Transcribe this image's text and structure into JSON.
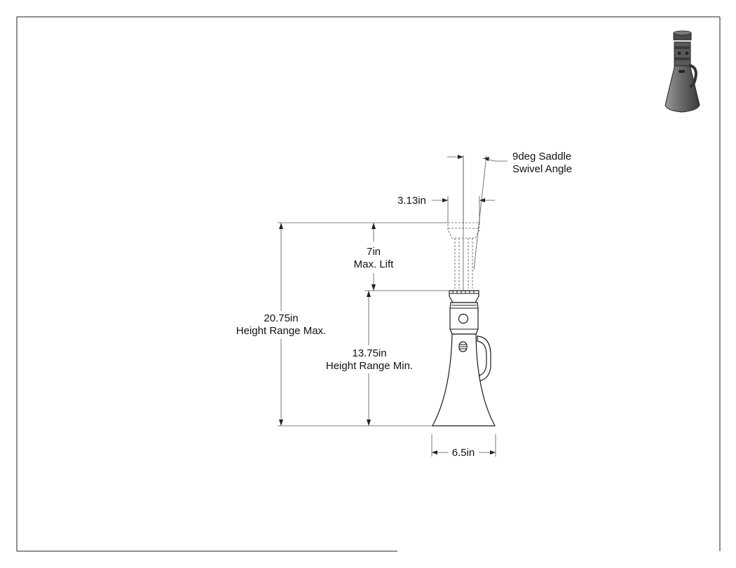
{
  "drawing": {
    "dimensions": {
      "swivel_angle": {
        "value": "9deg Saddle",
        "label": "Swivel Angle"
      },
      "saddle_width": {
        "value": "3.13in"
      },
      "max_lift": {
        "value": "7in",
        "label": "Max. Lift"
      },
      "height_max": {
        "value": "20.75in",
        "label": "Height Range Max."
      },
      "height_min": {
        "value": "13.75in",
        "label": "Height Range Min."
      },
      "base_width": {
        "value": "6.5in"
      }
    },
    "thumbnail": {
      "icon": "jack-stand-3d-icon"
    },
    "colors": {
      "line": "#222222",
      "part": "#1a1a1a",
      "shade": "#6e6e6e"
    }
  }
}
